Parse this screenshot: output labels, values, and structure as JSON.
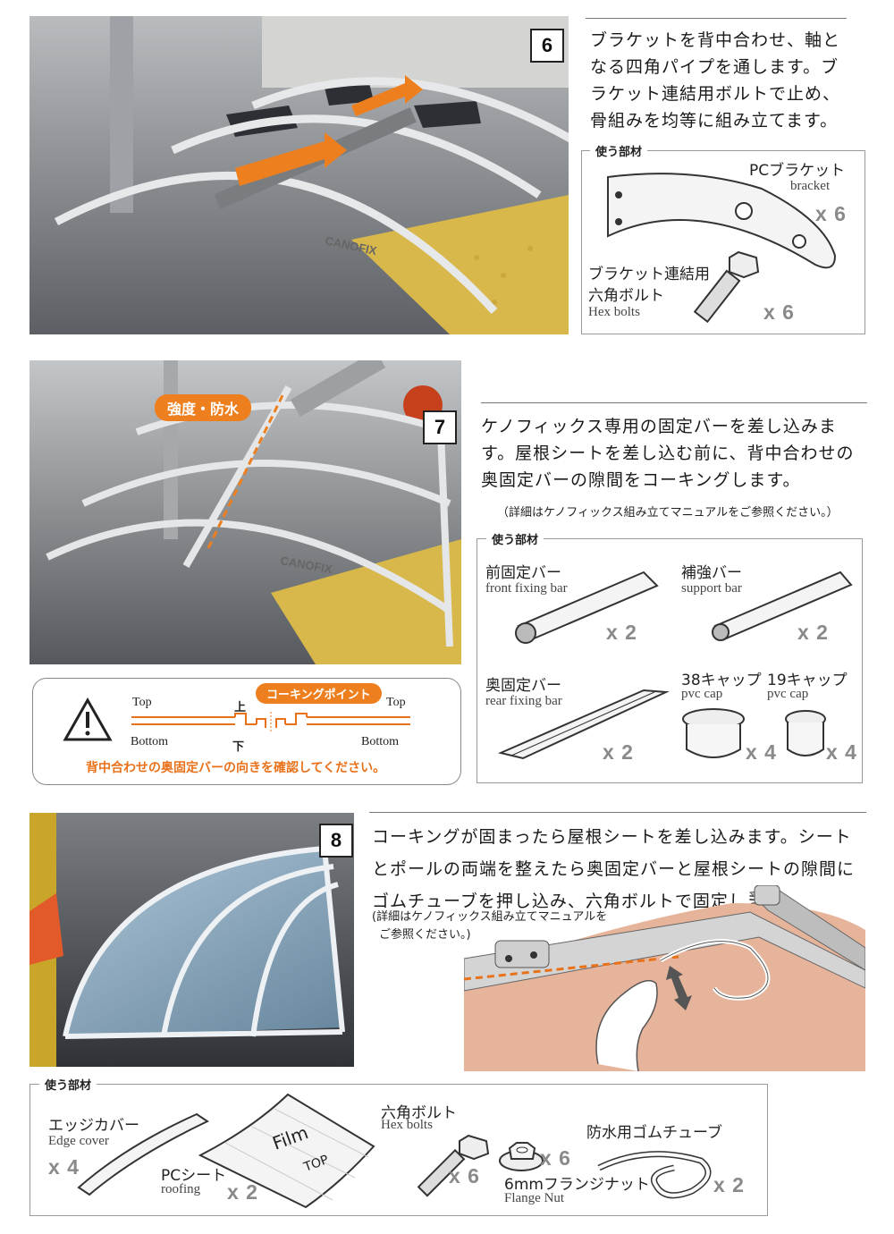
{
  "steps": [
    {
      "number": "6",
      "text": "ブラケットを背中合わせ、軸となる四角パイプを通します。ブラケット連結用ボルトで止め、骨組みを均等に組み立てます。",
      "parts_label": "使う部材",
      "parts": [
        {
          "jp": "PCブラケット",
          "en": "bracket",
          "qty": "x 6"
        },
        {
          "jp1": "ブラケット連結用",
          "jp2": "六角ボルト",
          "en": "Hex bolts",
          "qty": "x 6"
        }
      ],
      "brand": "CANOFIX"
    },
    {
      "number": "7",
      "text": "ケノフィックス専用の固定バーを差し込みます。屋根シートを差し込む前に、背中合わせの奥固定バーの隙間をコーキングします。",
      "note": "（詳細はケノフィックス組み立てマニュアルをご参照ください。）",
      "callout": "強度・防水",
      "parts_label": "使う部材",
      "parts": [
        {
          "jp": "前固定バー",
          "en": "front fixing bar",
          "qty": "x 2"
        },
        {
          "jp": "補強バー",
          "en": "support bar",
          "qty": "x 2"
        },
        {
          "jp": "奥固定バー",
          "en": "rear fixing bar",
          "qty": "x 2"
        },
        {
          "jp": "38キャップ",
          "en": "pvc cap",
          "qty": "x 4"
        },
        {
          "jp": "19キャップ",
          "en": "pvc cap",
          "qty": "x 4"
        }
      ],
      "warning": {
        "point_label": "コーキングポイント",
        "top": "Top",
        "bottom": "Bottom",
        "up": "上",
        "down": "下",
        "message": "背中合わせの奥固定バーの向きを確認してください。"
      },
      "brand": "CANOFIX"
    },
    {
      "number": "8",
      "text": "コーキングが固まったら屋根シートを差し込みます。シートとポールの両端を整えたら奥固定バーと屋根シートの隙間にゴムチューブを押し込み、六角ボルトで固定します。",
      "note1": "(詳細はケノフィックス組み立てマニュアルを",
      "note2": "ご参照ください。)",
      "parts_label": "使う部材",
      "parts": [
        {
          "jp": "エッジカバー",
          "en": "Edge cover",
          "qty": "x 4"
        },
        {
          "jp": "PCシート",
          "en": "roofing",
          "qty": "x 2",
          "film": "Film",
          "top": "TOP"
        },
        {
          "jp": "六角ボルト",
          "en": "Hex bolts",
          "qty": "x 6"
        },
        {
          "jp": "6mmフランジナット",
          "en": "Flange Nut",
          "qty": "x 6"
        },
        {
          "jp": "防水用ゴムチューブ",
          "qty": "x 2"
        }
      ]
    }
  ]
}
